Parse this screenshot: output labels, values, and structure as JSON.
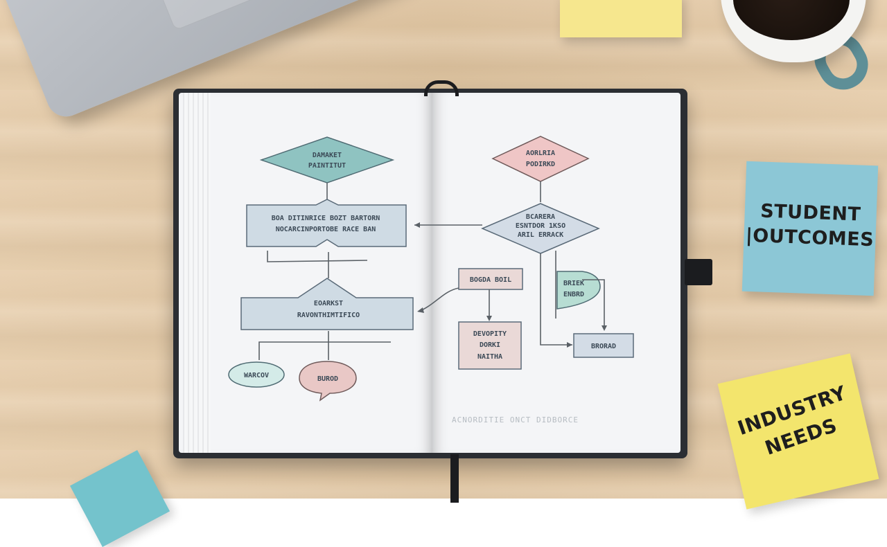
{
  "sticky_notes": {
    "blue": "STUDENT\n|OUTCOMES",
    "yellow": "INDUSTRY\nNEEDS"
  },
  "flowchart": {
    "left_page": {
      "diamond_top": [
        "DAMAKET",
        "PAINTITUT"
      ],
      "process_box": [
        "BOA DITINRICE BOZT BARTORN",
        "NOCARCINPORTOBE RACE BAN"
      ],
      "wide_box": [
        "EOARKST",
        "RAVONTHIMTIFICO"
      ],
      "oval_left": "WARCOV",
      "oval_right": "BUROD"
    },
    "right_page": {
      "diamond_top": [
        "AORLRIA",
        "PODIRKD"
      ],
      "diamond_mid": [
        "BCARERA",
        "ESNTDOR 1KSO",
        "ARIL ERRACK"
      ],
      "small_box": "BOGDA BOIL",
      "shield": [
        "BRIEK",
        "ENBRD"
      ],
      "tall_box": [
        "DEVOPITY",
        "DORKI",
        "NAITHA"
      ],
      "end_box": "BRORAD"
    },
    "footer_text": "ACNORDITIE ONCT DIDBORCE"
  }
}
